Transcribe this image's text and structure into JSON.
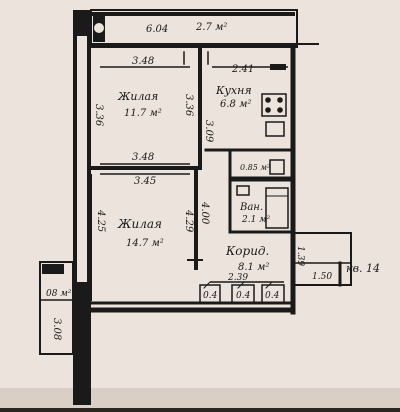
{
  "colors": {
    "paper": "#ece4dc",
    "paper_shadow": "#d9cfc5",
    "ink": "#1a1a1a",
    "background": "#2b2620"
  },
  "labels": {
    "balcony_top_area": "2.7 м²",
    "balcony_top_dim": "6.04",
    "room1_name": "Жилая",
    "room1_area": "11.7 м²",
    "room1_top_dim": "3.48",
    "room1_side_dim": "3.36",
    "room1_bottom_dim": "3.48",
    "kitchen_name": "Кухня",
    "kitchen_area": "6.8 м²",
    "kitchen_top_dim": "2.41",
    "kitchen_left_dim": "3.36",
    "kitchen_inner_dim": "3.09",
    "room2_name": "Жилая",
    "room2_area": "14.7 м²",
    "room2_top_dim": "3.45",
    "room2_left_dim": "4.25",
    "room2_right_dim": "4.29",
    "room2_inner_dim": "4.00",
    "wc_area": "0.85 м²",
    "bath_name": "Ван.",
    "bath_area": "2.1 м²",
    "corridor_name": "Корид.",
    "corridor_area": "8.1 м²",
    "corridor_bottom_dim": "2.39",
    "corridor_side_dim": "1.39",
    "closet1": "0.4",
    "closet2": "0.4",
    "closet3": "0.4",
    "stair_dim": "1.50",
    "apartment_no": "кв. 14",
    "left_balcony_area": "08 м²",
    "left_balcony_dim": "3.08",
    "left_small_dim": "0.8"
  }
}
